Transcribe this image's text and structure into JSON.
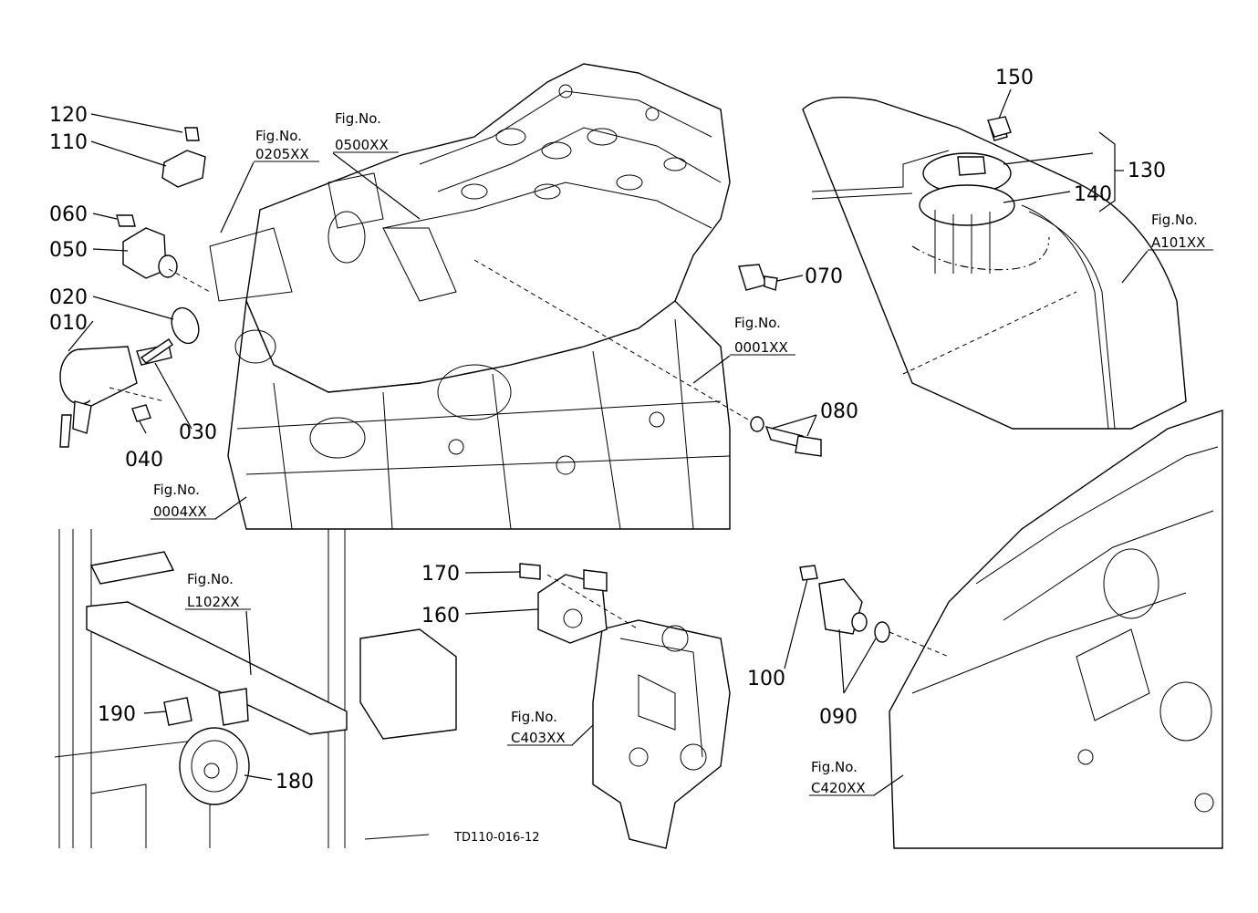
{
  "callouts": [
    {
      "num": "010"
    },
    {
      "num": "020"
    },
    {
      "num": "030"
    },
    {
      "num": "040"
    },
    {
      "num": "050"
    },
    {
      "num": "060"
    },
    {
      "num": "070"
    },
    {
      "num": "080"
    },
    {
      "num": "090"
    },
    {
      "num": "100"
    },
    {
      "num": "110"
    },
    {
      "num": "120"
    },
    {
      "num": "130"
    },
    {
      "num": "140"
    },
    {
      "num": "150"
    },
    {
      "num": "160"
    },
    {
      "num": "170"
    },
    {
      "num": "180"
    },
    {
      "num": "190"
    }
  ],
  "figure_refs": [
    {
      "prefix": "Fig.No.",
      "code": "0205XX"
    },
    {
      "prefix": "Fig.No.",
      "code": "0500XX"
    },
    {
      "prefix": "Fig.No.",
      "code": "0001XX"
    },
    {
      "prefix": "Fig.No.",
      "code": "0004XX"
    },
    {
      "prefix": "Fig.No.",
      "code": "A101XX"
    },
    {
      "prefix": "Fig.No.",
      "code": "L102XX"
    },
    {
      "prefix": "Fig.No.",
      "code": "C403XX"
    },
    {
      "prefix": "Fig.No.",
      "code": "C420XX"
    }
  ],
  "drawing_code": "TD110-016-12"
}
